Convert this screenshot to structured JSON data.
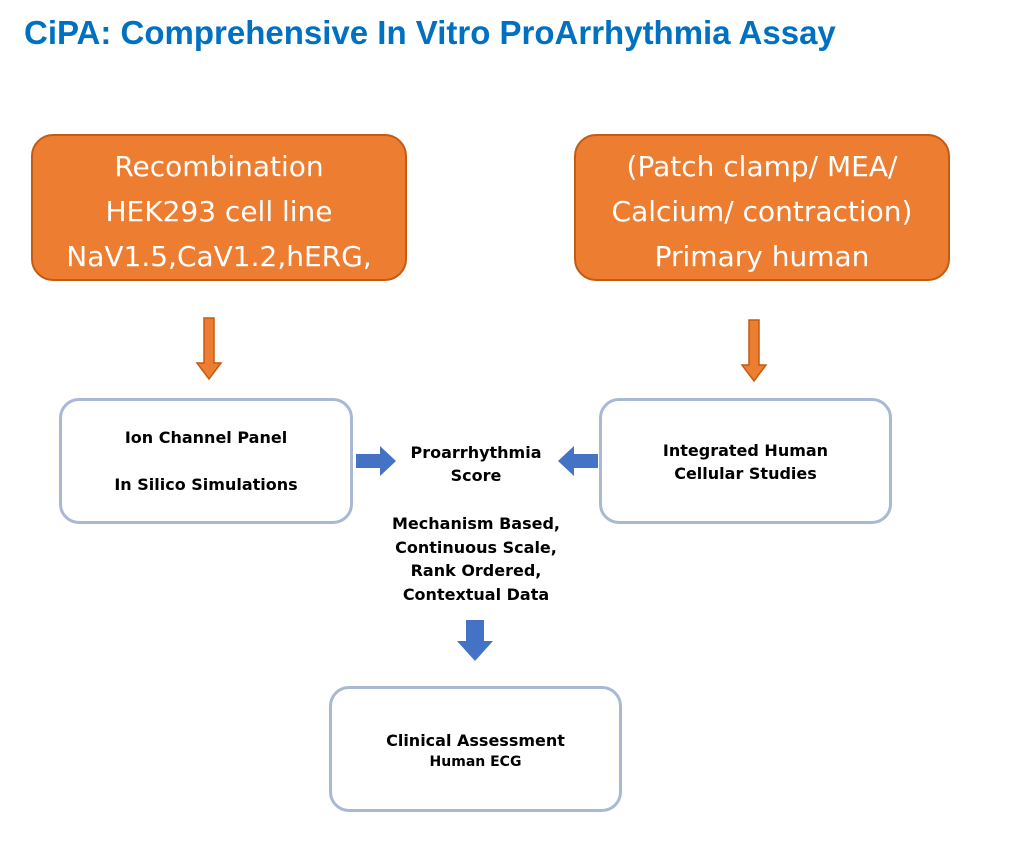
{
  "title": "CiPA: Comprehensive In Vitro ProArrhythmia Assay",
  "colors": {
    "title": "#0070c0",
    "orange_fill": "#ed7d31",
    "orange_border": "#c55a11",
    "box_border": "#a9b8d3",
    "blue_arrow": "#4472c4"
  },
  "left_orange_box": {
    "lines": [
      "Recombination",
      "HEK293 cell line",
      "NaV1.5,CaV1.2,hERG,"
    ]
  },
  "right_orange_box": {
    "lines": [
      "(Patch clamp/ MEA/",
      "Calcium/ contraction)",
      "Primary human"
    ]
  },
  "ion_channel_box": {
    "line1": "Ion Channel Panel",
    "line2": "In Silico Simulations"
  },
  "integrated_box": {
    "line1": "Integrated Human",
    "line2": "Cellular Studies"
  },
  "score": {
    "line1": "Proarrhythmia",
    "line2": "Score"
  },
  "score_attributes": [
    "Mechanism Based,",
    "Continuous Scale,",
    "Rank Ordered,",
    "Contextual Data"
  ],
  "clinical_box": {
    "line1": "Clinical Assessment",
    "line2": "Human ECG"
  }
}
